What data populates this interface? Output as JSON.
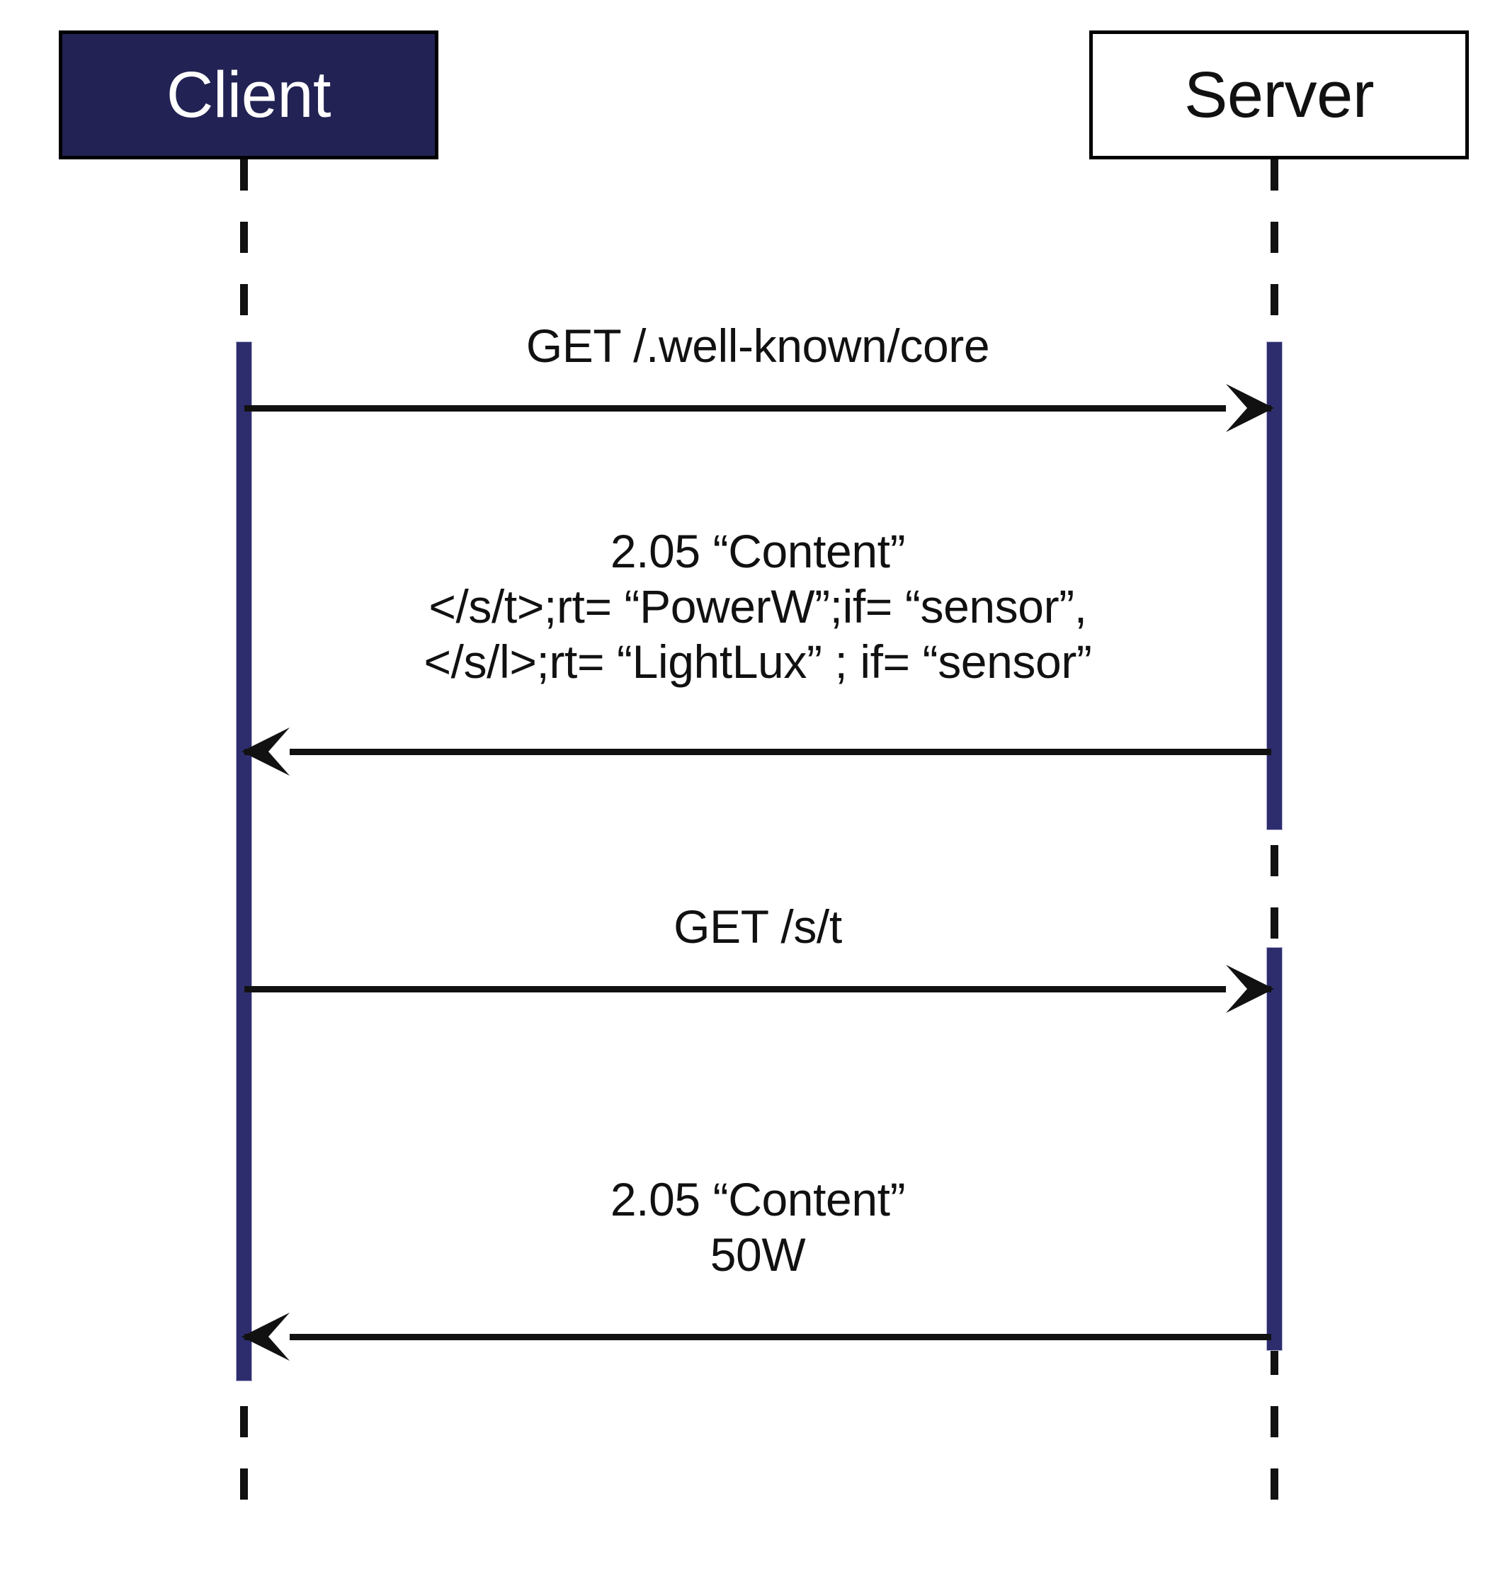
{
  "diagram": {
    "kind": "uml-sequence-diagram",
    "background_color": "#ffffff",
    "accent_color": "#222254",
    "activation_color": "#2d2d6e",
    "line_color": "#111111"
  },
  "participants": [
    {
      "id": "client",
      "label": "Client",
      "fill_color": "#222254",
      "text_color": "#ffffff"
    },
    {
      "id": "server",
      "label": "Server",
      "fill_color": "#ffffff",
      "text_color": "#111111"
    }
  ],
  "messages": [
    {
      "id": "msg-1",
      "from": "client",
      "to": "server",
      "direction": "right",
      "caption": "GET /.well-known/core"
    },
    {
      "id": "msg-2",
      "from": "server",
      "to": "client",
      "direction": "left",
      "caption": "2.05 “Content”\n</s/t>;rt= “PowerW”;if= “sensor”,\n</s/l>;rt= “LightLux” ; if= “sensor”"
    },
    {
      "id": "msg-3",
      "from": "client",
      "to": "server",
      "direction": "right",
      "caption": "GET /s/t"
    },
    {
      "id": "msg-4",
      "from": "server",
      "to": "client",
      "direction": "left",
      "caption": "2.05 “Content”\n50W"
    }
  ]
}
